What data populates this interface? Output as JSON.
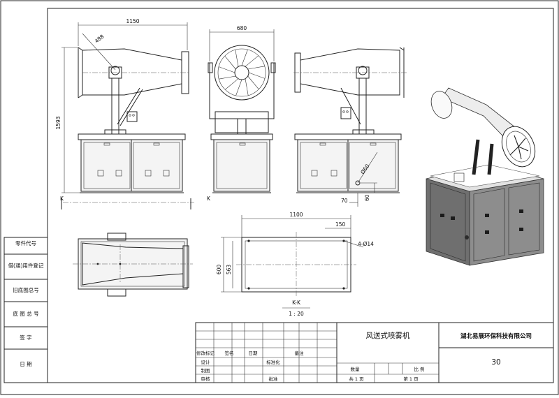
{
  "dimensions": {
    "width_top": "1150",
    "radius_top": "488",
    "height": "1593",
    "width_front": "680",
    "hole_dia": "Ø60",
    "offset_70": "70",
    "offset_60": "60",
    "base_length": "1100",
    "edge_150": "150",
    "holes": "4-Ø14",
    "depth_600": "600",
    "depth_563": "563"
  },
  "section": {
    "mark_left": "K",
    "mark_right": "K",
    "title": "K-K",
    "scale": "1 : 20"
  },
  "side_labels": [
    "零件代号",
    "借(通)用件登记",
    "旧底图总号",
    "底 图 总 号",
    "签   字",
    "日   期"
  ],
  "title_block": {
    "product_name": "风送式喷雾机",
    "company": "湖北易展环保科技有限公司",
    "drawing_no": "30",
    "headers": [
      "修改标记",
      "签名",
      "日期",
      "备注"
    ],
    "row_labels": [
      "设计",
      "制图",
      "审核"
    ],
    "standardize": "标准化",
    "approve": "批准",
    "quantity": "数量",
    "ratio": "比 例",
    "total_pages": "共 1 页",
    "page_no": "第 1 页"
  }
}
